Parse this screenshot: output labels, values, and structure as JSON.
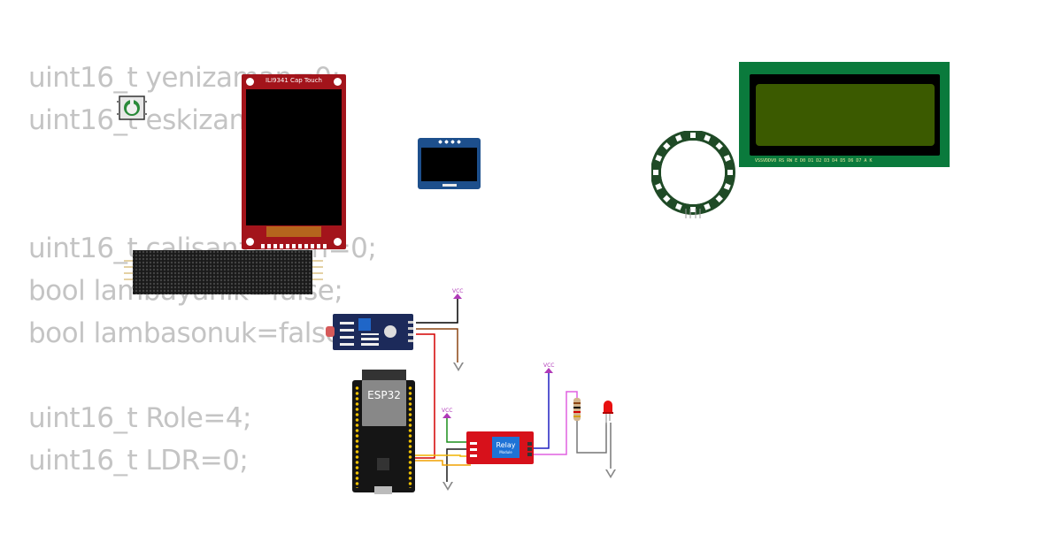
{
  "code_lines": [
    "uint16_t yenizaman=0;",
    "uint16_t eskizaman",
    "uint16_t calisanzaman=0;",
    "bool lambayanik=false;",
    "bool lambasonuk=false;",
    "uint16_t Role=4;",
    "uint16_t LDR=0;"
  ],
  "tft": {
    "label": "ILI9341 Cap Touch"
  },
  "esp32": {
    "label": "ESP32"
  },
  "relay": {
    "label": "Relay",
    "sublabel": "Module"
  },
  "power": {
    "vcc": "VCC"
  },
  "lcd": {
    "pin_labels": "VSSVDDV0 RS RW E D0 D1 D2 D3 D4 D5 D6 D7 A K"
  },
  "colors": {
    "code_text": "#c4c4c4",
    "tft_board": "#a3141b",
    "lcd_board": "#0a7a3c",
    "lcd_screen": "#3b5a00",
    "relay_board": "#d7111b",
    "oled_board": "#1d4f8c",
    "ring_board": "#1f4a26",
    "wire_vcc": "#b03ab8"
  }
}
